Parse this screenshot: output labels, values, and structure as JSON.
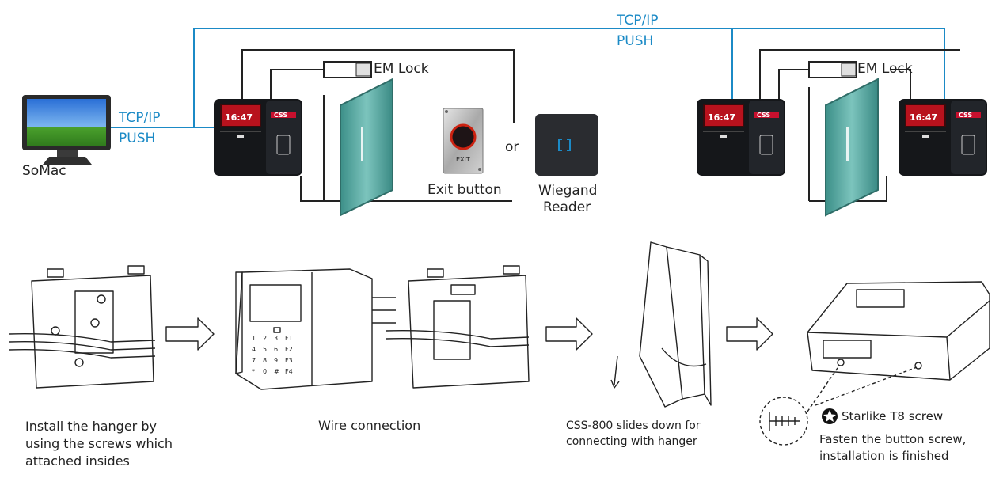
{
  "colors": {
    "network_line": "#1b8ac6",
    "wire_line": "#222222",
    "device_body": "#1a1c20",
    "door_glass": "#4fa39a",
    "brand_red": "#c8102e"
  },
  "top_diagram": {
    "somac_label": "SoMac",
    "tcpip_left": "TCP/IP",
    "push_left": "PUSH",
    "tcpip_top": "TCP/IP",
    "push_top": "PUSH",
    "em_lock_left": "EM Lock",
    "em_lock_right": "EM Lock",
    "exit_button_label": "Exit button",
    "exit_text": "EXIT",
    "or_text": "or",
    "wiegand_line1": "Wiegand",
    "wiegand_line2": "Reader",
    "device_time": "16:47",
    "device_brand": "CSS"
  },
  "install_steps": {
    "step1_line1": "Install the hanger by",
    "step1_line2": "using the screws which",
    "step1_line3": "attached insides",
    "step2": "Wire connection",
    "step3_line1": "CSS-800 slides down for",
    "step3_line2": "connecting with hanger",
    "screw_type": "Starlike T8 screw",
    "step4_line1": "Fasten the button screw,",
    "step4_line2": "installation is finished"
  },
  "keypad_keys": [
    "1",
    "2",
    "3",
    "F1",
    "4",
    "5",
    "6",
    "F2",
    "7",
    "8",
    "9",
    "F3",
    "*",
    "0",
    "#",
    "F4"
  ]
}
